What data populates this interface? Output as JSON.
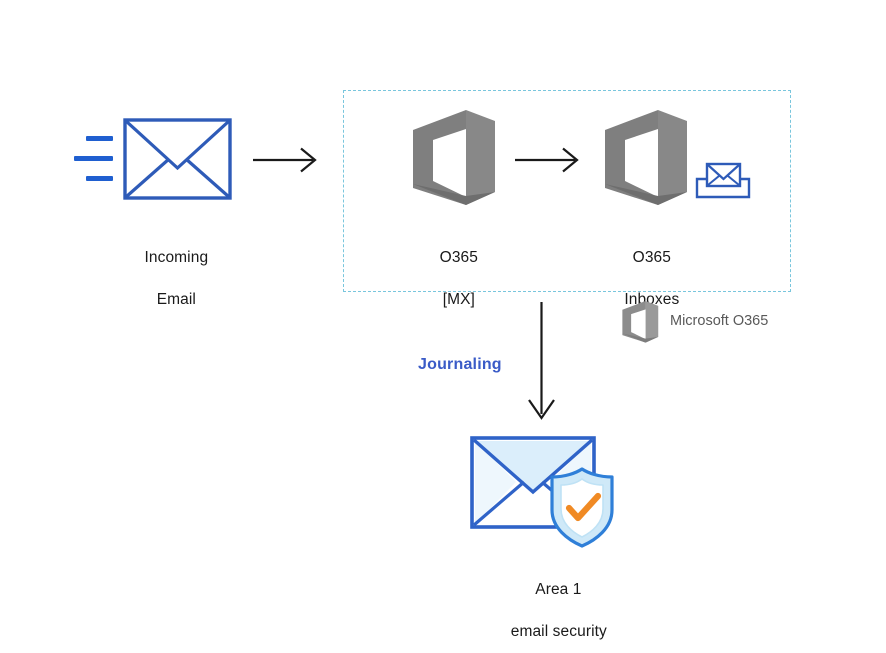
{
  "diagram": {
    "title_hidden": "",
    "background": "#ffffff",
    "colors": {
      "envelope_blue": "#2e5bb8",
      "speed_line_blue": "#1f5fd0",
      "dashed_border": "#79c6dd",
      "office_gray": "#7f7f7f",
      "journaling_blue": "#3a5bc7",
      "arrow_black": "#1a1a1a",
      "shield_orange": "#f08a24",
      "envelope_fill_pale": "#dbeefb",
      "legend_text": "#595959",
      "label_text": "#1a1a1a"
    },
    "nodes": [
      {
        "id": "incoming-email",
        "icon": "incoming-envelope-icon",
        "label_line1": "Incoming",
        "label_line2": "Email"
      },
      {
        "id": "o365-mx",
        "icon": "office-365-icon",
        "label_line1": "O365",
        "label_line2": "[MX]"
      },
      {
        "id": "o365-inboxes",
        "icon": "office-365-icon",
        "label_line1": "O365",
        "label_line2": "Inboxes"
      },
      {
        "id": "area1-email-security",
        "icon": "envelope-shield-check-icon",
        "label_line1": "Area 1",
        "label_line2": "email security"
      }
    ],
    "edges": [
      {
        "id": "edge-incoming-to-mx",
        "direction": "right",
        "label": ""
      },
      {
        "id": "edge-mx-to-inboxes",
        "direction": "right",
        "label": ""
      },
      {
        "id": "edge-inboxes-to-area1",
        "direction": "down",
        "label": "Journaling"
      }
    ],
    "zone": {
      "id": "microsoft-o365-zone",
      "style": "dashed",
      "label": ""
    },
    "legend": {
      "icon": "office-365-icon",
      "label": "Microsoft O365"
    },
    "inbox_badge": {
      "icon": "inbox-tray-envelope-icon"
    }
  }
}
